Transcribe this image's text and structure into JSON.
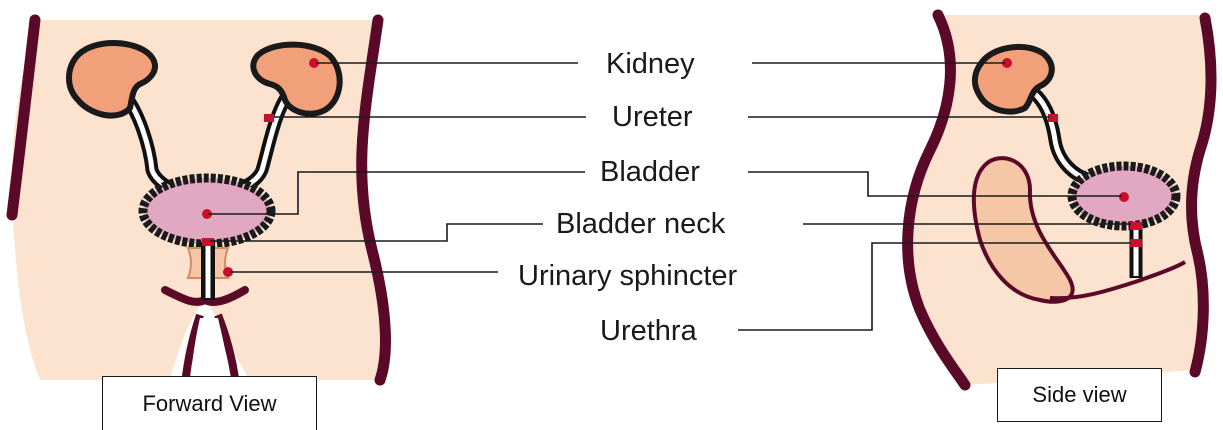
{
  "labels": {
    "kidney": "Kidney",
    "ureter": "Ureter",
    "bladder": "Bladder",
    "bladder_neck": "Bladder neck",
    "urinary_sphincter": "Urinary sphincter",
    "urethra": "Urethra"
  },
  "captions": {
    "forward": "Forward View",
    "side": "Side view"
  },
  "colors": {
    "skin": "#fbe3cf",
    "body_outline": "#5a0a28",
    "kidney": "#f2a07a",
    "bladder": "#e2a8c2",
    "marker": "#c8102e",
    "leader_line": "#1a1a1a",
    "rectum": "#f6c7a6"
  }
}
